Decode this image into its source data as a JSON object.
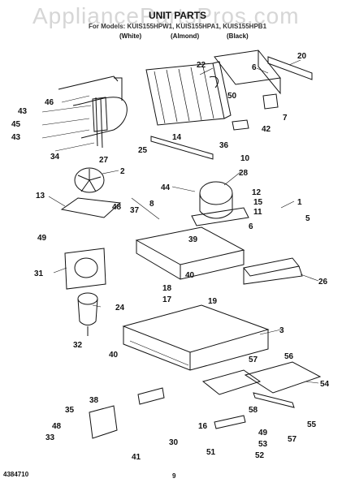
{
  "watermark": "AppliancePartsPros.com",
  "title": "UNIT PARTS",
  "models": "For Models: KUIS155HPW1, KUIS155HPA1, KUIS155HPB1",
  "variants": [
    "(White)",
    "(Almond)",
    "(Black)"
  ],
  "callouts": [
    "20",
    "22",
    "6",
    "50",
    "7",
    "42",
    "46",
    "43",
    "45",
    "43",
    "34",
    "27",
    "36",
    "14",
    "25",
    "10",
    "2",
    "44",
    "28",
    "12",
    "15",
    "11",
    "13",
    "48",
    "37",
    "8",
    "1",
    "5",
    "49",
    "39",
    "6",
    "31",
    "40",
    "18",
    "17",
    "19",
    "26",
    "24",
    "32",
    "40",
    "3",
    "57",
    "56",
    "54",
    "35",
    "38",
    "33",
    "48",
    "16",
    "30",
    "41",
    "58",
    "55",
    "57",
    "53",
    "52",
    "51",
    "49"
  ],
  "footer": {
    "doc_number": "4384710",
    "page_number": "9"
  }
}
